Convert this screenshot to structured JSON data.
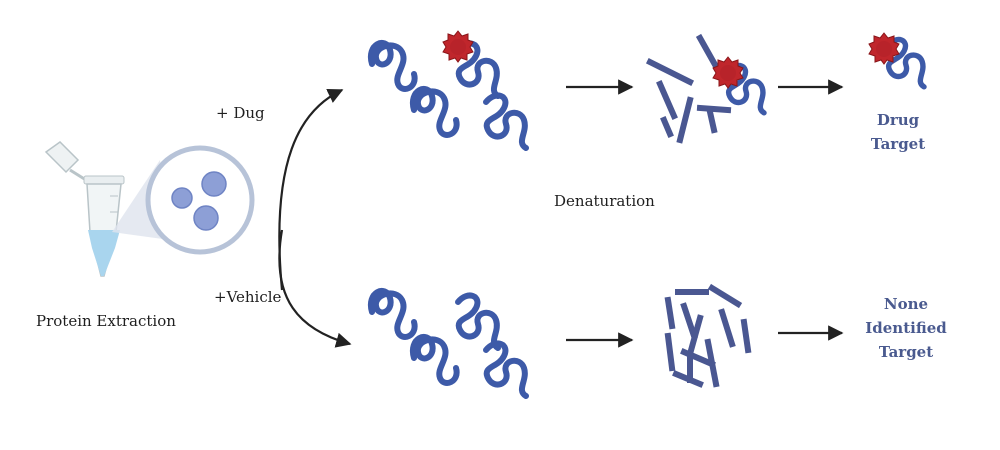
{
  "labels": {
    "extraction": "Protein Extraction",
    "drug": "+ Dug",
    "vehicle": "+Vehicle",
    "denaturation": "Denaturation"
  },
  "results": {
    "drug_target_line1": "Drug",
    "drug_target_line2": "Target",
    "none_line1": "None",
    "none_line2": "Identified",
    "none_line3": "Target"
  },
  "colors": {
    "protein": "#3d5aa8",
    "fragment": "#4a5791",
    "drug": "#c0262c",
    "result_text": "#4a5a8f",
    "arrow": "#222222",
    "tube_liquid": "#a9d5ee",
    "aggregate": "#8d9fd6"
  }
}
